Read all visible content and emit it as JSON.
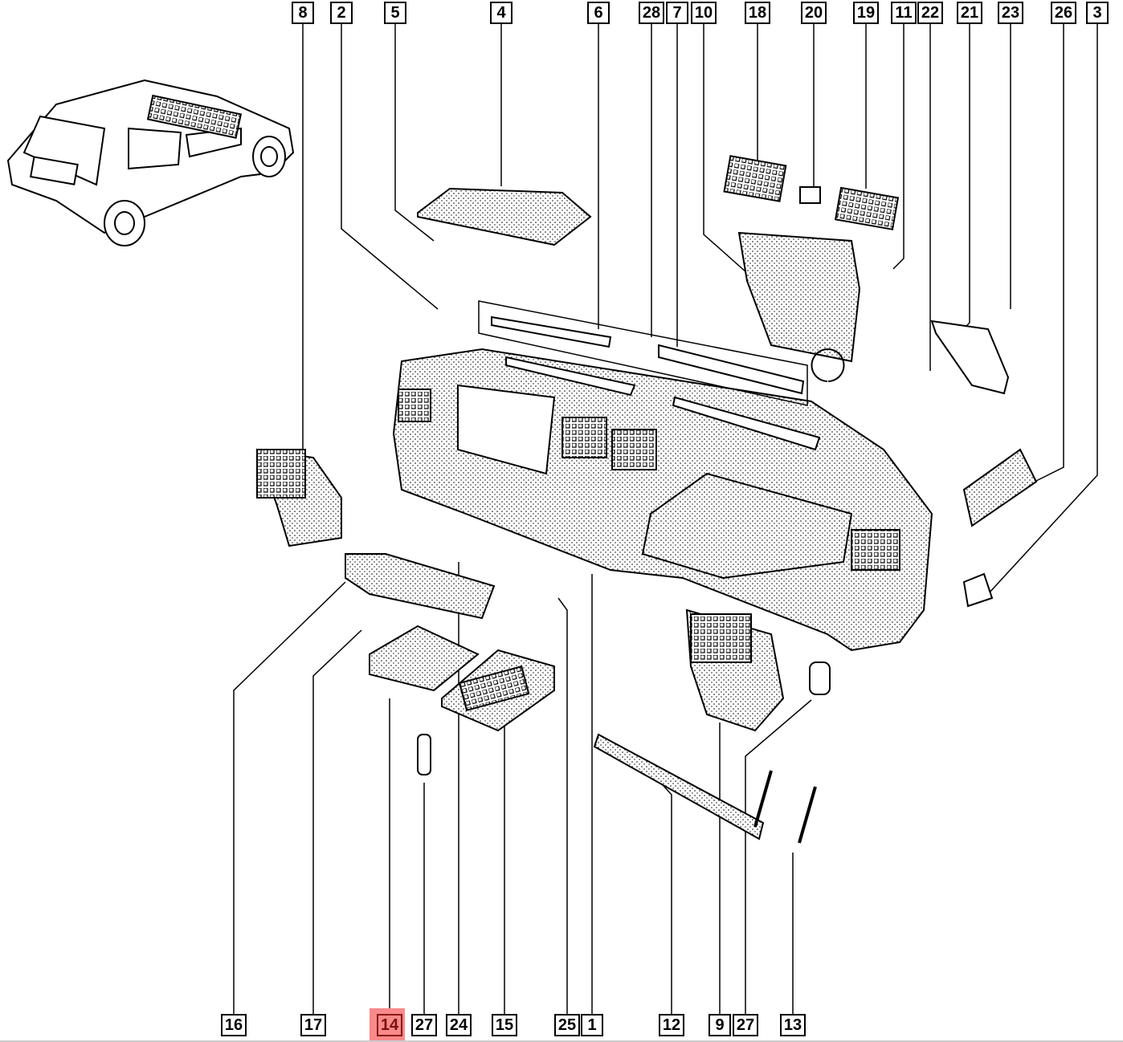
{
  "diagram": {
    "title": "Dashboard / instrument panel exploded parts view",
    "selected_part": "14",
    "highlight_color": "#f98a8a",
    "top_callouts": [
      "8",
      "2",
      "5",
      "4",
      "6",
      "28",
      "7",
      "10",
      "18",
      "20",
      "19",
      "11",
      "22",
      "21",
      "23",
      "26",
      "3"
    ],
    "bottom_callouts": [
      "16",
      "17",
      "14",
      "27",
      "24",
      "15",
      "25",
      "1",
      "12",
      "9",
      "27",
      "13"
    ]
  }
}
